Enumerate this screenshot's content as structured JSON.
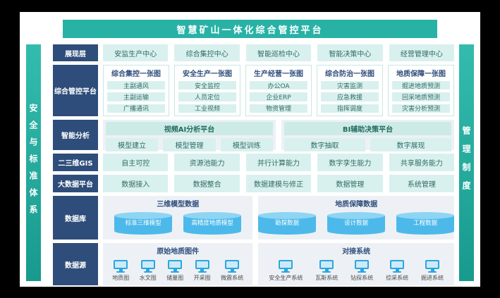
{
  "title": "智慧矿山一体化综合管控平台",
  "left_bar": "安全与标准体系",
  "right_bar": "管理制度",
  "colors": {
    "banner_teal": "#28b2a5",
    "pillar_teal": "#1f9f93",
    "label_navy": "#2e4d7b",
    "chip_bg": "#d9f1ee",
    "chip_text": "#2f6b64",
    "panel_bg": "#edf1f5",
    "strip_bg": "#cdebe6",
    "cylinder_blue": "#4db9ea",
    "monitor_blue": "#2ba6df"
  },
  "rows": {
    "presentation": {
      "label": "展现层",
      "items": [
        "安监生产中心",
        "综合集控中心",
        "智能巡检中心",
        "智能决策中心",
        "经营管理中心"
      ]
    },
    "platform": {
      "label": "综合管控平台",
      "columns": [
        {
          "header": "综合集控一张图",
          "items": [
            "主副通风",
            "主副运输",
            "广播通讯"
          ]
        },
        {
          "header": "安全生产一张图",
          "items": [
            "安全监控",
            "人员定位",
            "工业视频"
          ]
        },
        {
          "header": "生产经营一张图",
          "items": [
            "办公OA",
            "企业ERP",
            "物资管理"
          ]
        },
        {
          "header": "综合防治一张图",
          "items": [
            "灾害监测",
            "应急救援",
            "指挥调度"
          ]
        },
        {
          "header": "地质保障一张图",
          "items": [
            "掘进地质预测",
            "回采地质预测",
            "灾害分析预测"
          ]
        }
      ]
    },
    "analysis": {
      "label": "智能分析",
      "groups": [
        {
          "header": "视频AI分析平台",
          "items": [
            "模型建立",
            "模型管理",
            "模型训练"
          ]
        },
        {
          "header": "BI辅助决策平台",
          "items": [
            "数字抽取",
            "数字展现"
          ]
        }
      ]
    },
    "gis": {
      "label": "二三维GIS",
      "items": [
        "自主可控",
        "资源池能力",
        "并行计算能力",
        "数字孪生能力",
        "共享服务能力"
      ]
    },
    "bigdata": {
      "label": "大数据平台",
      "items": [
        "数据接入",
        "数据整合",
        "数据建模与修正",
        "数据管理",
        "系统管理"
      ]
    },
    "database": {
      "label": "数据库",
      "groups": [
        {
          "header": "三维模型数据",
          "items": [
            "标准三维模型",
            "高精度地质模型"
          ]
        },
        {
          "header": "地质保障数据",
          "items": [
            "勘探数据",
            "设计数据",
            "工程数据"
          ]
        }
      ]
    },
    "datasource": {
      "label": "数据源",
      "groups": [
        {
          "header": "原始地质图件",
          "items": [
            "地质图",
            "水文图",
            "储量图",
            "开采图",
            "微震系统"
          ]
        },
        {
          "header": "对接系统",
          "items": [
            "安全生产系统",
            "瓦斯系统",
            "钻探系统",
            "综采系统",
            "掘进系统"
          ]
        }
      ]
    }
  }
}
